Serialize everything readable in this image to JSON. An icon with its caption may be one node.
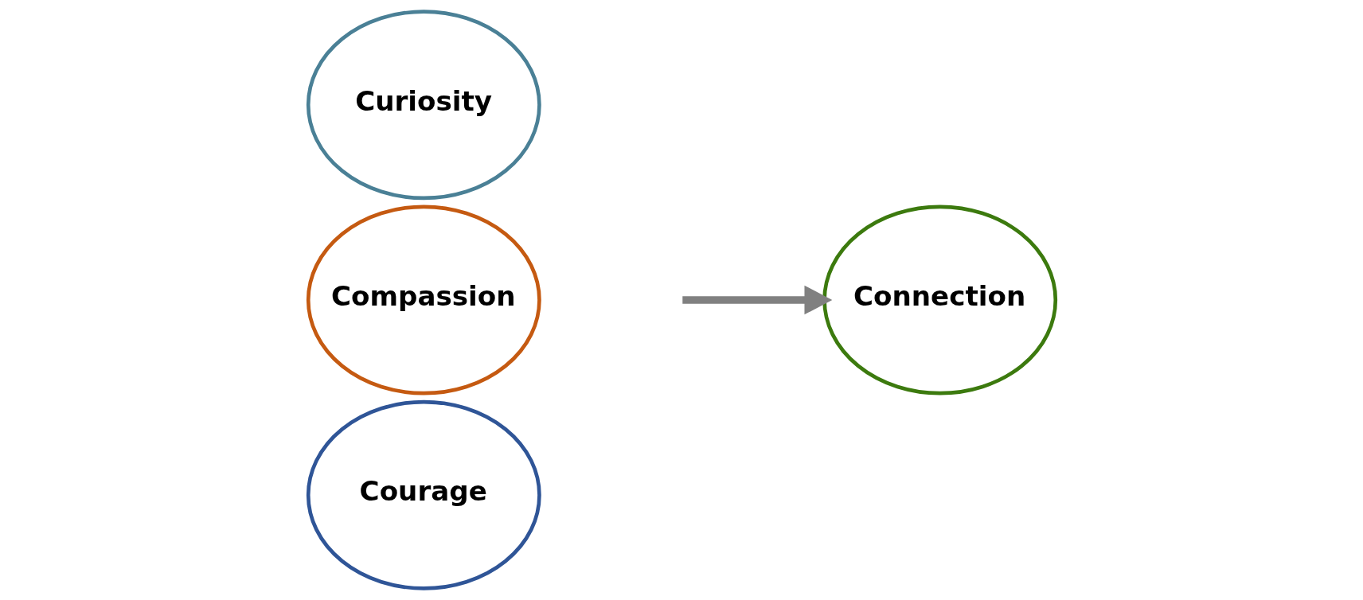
{
  "diagram": {
    "nodes": [
      {
        "text": [
          "Curiosity"
        ]
      },
      {
        "text": [
          "Compassion"
        ]
      },
      {
        "text": [
          "Courage"
        ]
      },
      {
        "text": [
          "Connection"
        ]
      }
    ],
    "edges": [
      {
        "from": null,
        "to": 3,
        "arrow": "to",
        "color": "#808080"
      }
    ]
  }
}
